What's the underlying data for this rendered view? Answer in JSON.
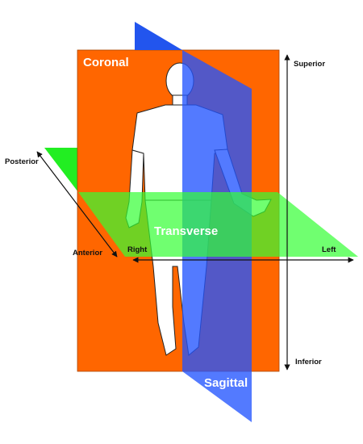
{
  "planes": {
    "coronal": {
      "label": "Coronal",
      "color": "#ff6600"
    },
    "sagittal": {
      "label": "Sagittal",
      "color": "#3355ff"
    },
    "transverse": {
      "label": "Transverse",
      "color": "#33ff33"
    }
  },
  "directions": {
    "superior": "Superior",
    "inferior": "Inferior",
    "posterior": "Posterior",
    "anterior": "Anterior",
    "right": "Right",
    "left": "Left"
  }
}
